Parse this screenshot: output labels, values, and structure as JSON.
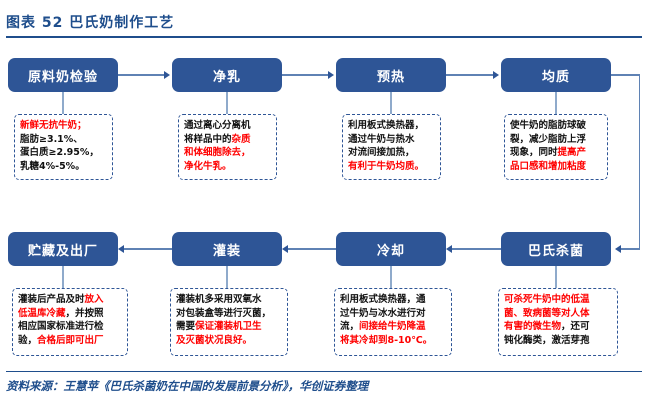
{
  "header": {
    "figure_label": "图表 52",
    "title": "巴氏奶制作工艺",
    "full_title": "图表 52   巴氏奶制作工艺"
  },
  "footer": {
    "source": "资料来源：王慧苹《巴氏杀菌奶在中国的发展前景分析》，华创证券整理"
  },
  "colors": {
    "box_fill": "#2e5596",
    "box_text": "#ffffff",
    "title_blue": "#1f4e8c",
    "highlight_red": "#ff0000",
    "connector_blue": "#5f82b4",
    "note_border": "#2e5596"
  },
  "flow": {
    "row1_direction": "left-to-right",
    "row2_direction": "right-to-left",
    "wrap_side": "right"
  },
  "steps": [
    {
      "id": "raw-milk-inspection",
      "label": "原料奶检验",
      "note_lines": [
        [
          {
            "t": "新鲜无抗牛奶；",
            "red": true
          }
        ],
        [
          {
            "t": "脂肪≥3.1%、",
            "red": false
          }
        ],
        [
          {
            "t": "蛋白质≥2.95%，",
            "red": false
          }
        ],
        [
          {
            "t": "乳糖4%-5%。",
            "red": false
          }
        ]
      ]
    },
    {
      "id": "clarification",
      "label": "净乳",
      "note_lines": [
        [
          {
            "t": "通过离心分离机",
            "red": false
          }
        ],
        [
          {
            "t": "将样品中的",
            "red": false
          },
          {
            "t": "杂质",
            "red": true
          }
        ],
        [
          {
            "t": "和体细胞除去，",
            "red": true
          }
        ],
        [
          {
            "t": "净化牛乳。",
            "red": true
          }
        ]
      ]
    },
    {
      "id": "preheating",
      "label": "预热",
      "note_lines": [
        [
          {
            "t": "利用板式换热器，",
            "red": false
          }
        ],
        [
          {
            "t": "通过牛奶与热水",
            "red": false
          }
        ],
        [
          {
            "t": "对流间接加热，",
            "red": false
          }
        ],
        [
          {
            "t": "有利于牛奶均质。",
            "red": true
          }
        ]
      ]
    },
    {
      "id": "homogenization",
      "label": "均质",
      "note_lines": [
        [
          {
            "t": "使牛奶的脂肪球破",
            "red": false
          }
        ],
        [
          {
            "t": "裂，减少脂肪上浮",
            "red": false
          }
        ],
        [
          {
            "t": "现象，同时",
            "red": false
          },
          {
            "t": "提高产",
            "red": true
          }
        ],
        [
          {
            "t": "品口感和增加粘度",
            "red": true
          }
        ]
      ]
    },
    {
      "id": "pasteurization",
      "label": "巴氏杀菌",
      "note_lines": [
        [
          {
            "t": "可杀死牛奶中的低温",
            "red": true
          }
        ],
        [
          {
            "t": "菌、致病菌等对人体",
            "red": true
          }
        ],
        [
          {
            "t": "有害的微生物",
            "red": true
          },
          {
            "t": "，还可",
            "red": false
          }
        ],
        [
          {
            "t": "钝化酶类，激活芽孢",
            "red": false
          }
        ]
      ]
    },
    {
      "id": "cooling",
      "label": "冷却",
      "note_lines": [
        [
          {
            "t": "利用板式换热器，通",
            "red": false
          }
        ],
        [
          {
            "t": "过牛奶与冰水进行对",
            "red": false
          }
        ],
        [
          {
            "t": "流，",
            "red": false
          },
          {
            "t": "间接给牛奶降温",
            "red": true
          }
        ],
        [
          {
            "t": "将其冷却到8-10℃。",
            "red": true
          }
        ]
      ]
    },
    {
      "id": "filling",
      "label": "灌装",
      "note_lines": [
        [
          {
            "t": "灌装机多采用双氧水",
            "red": false
          }
        ],
        [
          {
            "t": "对包装盒等进行灭菌，",
            "red": false
          }
        ],
        [
          {
            "t": "需要",
            "red": false
          },
          {
            "t": "保证灌装机卫生",
            "red": true
          }
        ],
        [
          {
            "t": "及灭菌状况良好。",
            "red": true
          }
        ]
      ]
    },
    {
      "id": "storage-shipment",
      "label": "贮藏及出厂",
      "note_lines": [
        [
          {
            "t": "灌装后产品及时",
            "red": false
          },
          {
            "t": "放入",
            "red": true
          }
        ],
        [
          {
            "t": "低温库冷藏",
            "red": true
          },
          {
            "t": "，并按照",
            "red": false
          }
        ],
        [
          {
            "t": "相应国家标准进行检",
            "red": false
          }
        ],
        [
          {
            "t": "验，",
            "red": false
          },
          {
            "t": "合格后即可出厂",
            "red": true
          }
        ]
      ]
    }
  ]
}
